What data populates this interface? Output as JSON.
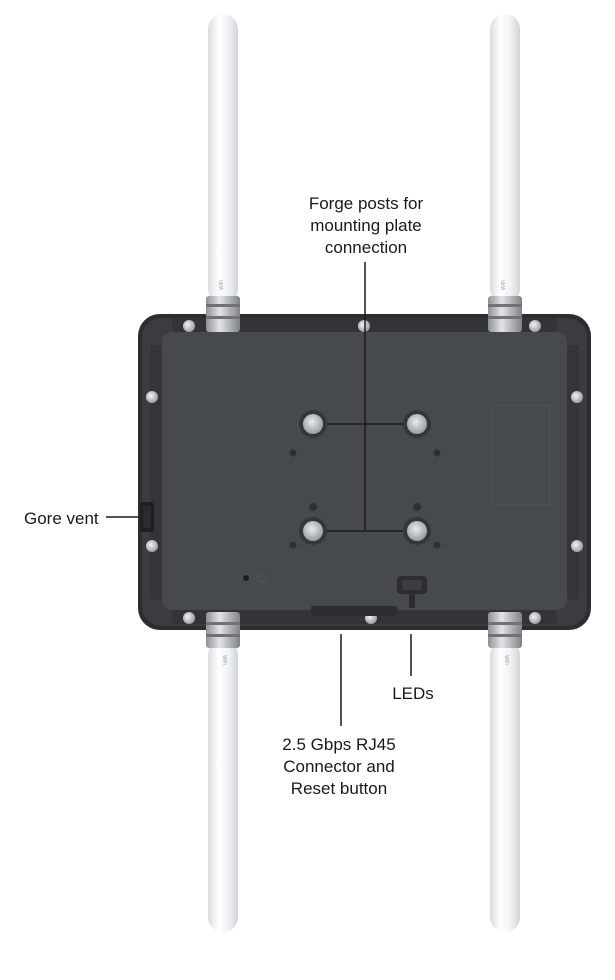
{
  "callouts": {
    "forge_posts": {
      "lines": [
        "Forge posts for",
        "mounting plate",
        "connection"
      ]
    },
    "gore_vent": {
      "label": "Gore vent"
    },
    "leds": {
      "label": "LEDs"
    },
    "rj45": {
      "lines": [
        "2.5 Gbps RJ45",
        "Connector and",
        "Reset button"
      ]
    }
  },
  "antennas": {
    "tag": "WiFi",
    "count": 4
  },
  "colors": {
    "housing": "#3a3c3f",
    "housing_edge": "#2b2d30",
    "panel": "#464a4e",
    "antenna": "#f1f4f6",
    "connector": "#b9bcbf",
    "leader_line": "#1a1a1a"
  }
}
